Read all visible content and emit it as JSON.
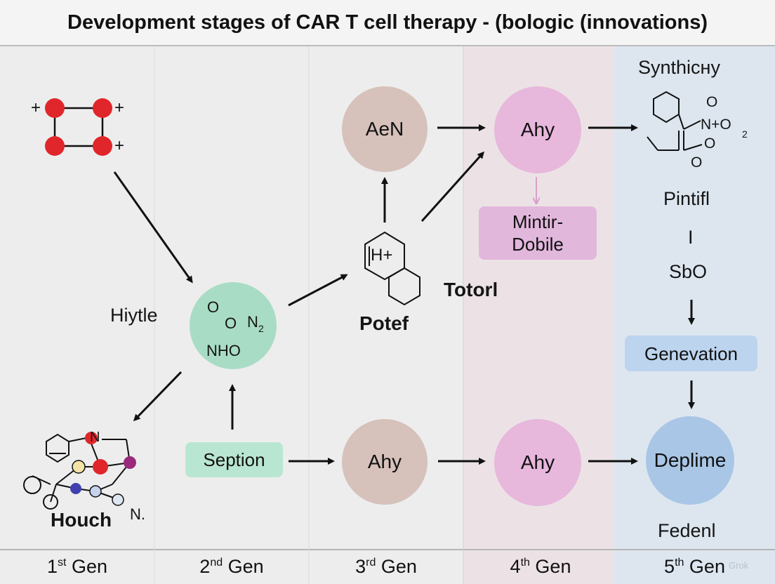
{
  "title": "Development stages of CAR T cell therapy - (bologic (innovations)",
  "colors": {
    "background": "#ededed",
    "col4_band": "#ece2e5",
    "col5_band": "#dde6ef",
    "red_atom": "#e0262b",
    "teal_node": "#a9dcc5",
    "teal_box": "#b9e6d2",
    "brown_node": "#d6c1bb",
    "pink_node": "#e7b7dc",
    "pink_box": "#e2b7dc",
    "blue_node": "#a9c6e6",
    "blue_box": "#bcd4ee"
  },
  "labels": {
    "hiytle": "Hiytle",
    "houch": "Houch",
    "houch_n": "N.",
    "potef": "Potef",
    "totorl": "Totorl",
    "synthicky": "Synthicнy",
    "pintifl": "Pintifl",
    "bar": "I",
    "sbo": "SbO",
    "fedenl": "Fedenl"
  },
  "nodes": {
    "nho_a": "O",
    "nho_b": "O",
    "nho_no2": "N",
    "nho_sub": "2",
    "nho_text": "NHO",
    "aen": "AeN",
    "ahy_top": "Ahy",
    "ahy_bottom_3": "Ahy",
    "ahy_bottom_4": "Ahy",
    "deplime": "Deplime",
    "hexa_text": "H+"
  },
  "boxes": {
    "seption": "Seption",
    "mintir_line1": "Mintir-",
    "mintir_line2": "Dobile",
    "genevation": "Genevation"
  },
  "chem": {
    "no2": "N+O",
    "no2_sub": "2",
    "o1": "O",
    "o2": "O",
    "plus": "+"
  },
  "generations": [
    {
      "num": "1",
      "sup": "st",
      "label": "Gen"
    },
    {
      "num": "2",
      "sup": "nd",
      "label": "Gen"
    },
    {
      "num": "3",
      "sup": "rd",
      "label": "Gen"
    },
    {
      "num": "4",
      "sup": "th",
      "label": "Gen"
    },
    {
      "num": "5",
      "sup": "th",
      "label": "Gen"
    }
  ],
  "watermark": "Grok",
  "icons": [
    "molecule-icon",
    "cyclohexane-icon",
    "benzene-icon",
    "arrow-icon"
  ]
}
